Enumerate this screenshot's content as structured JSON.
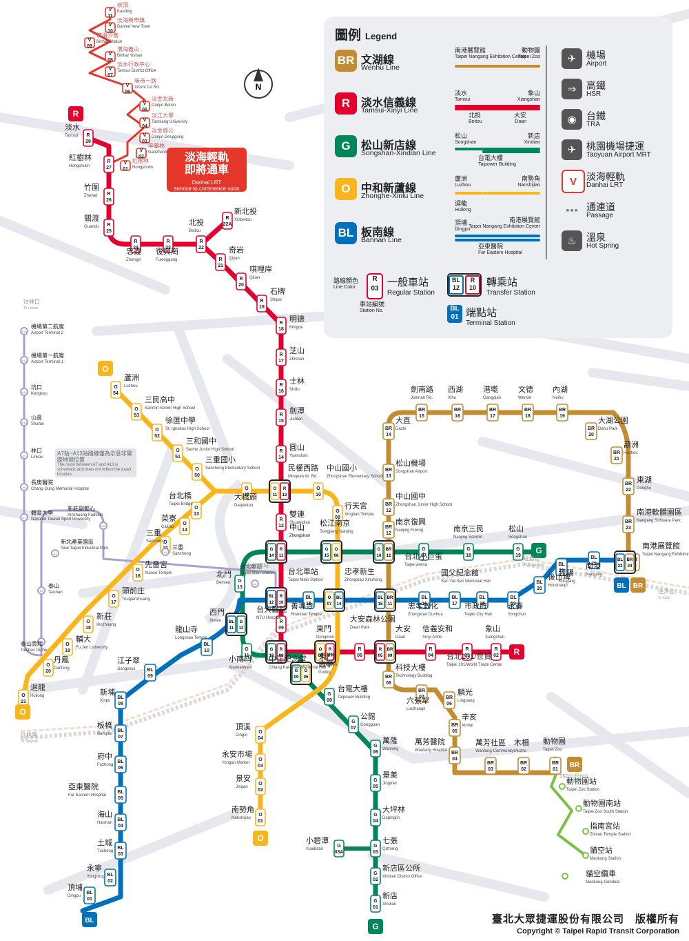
{
  "legend": {
    "title": "圖例",
    "title_en": "Legend",
    "lines": [
      {
        "code": "BR",
        "zh": "文湖線",
        "en": "Wenhu Line",
        "color": "#c48c31",
        "sample": {
          "a_zh": "南港展覽館",
          "a_en": "Taipei Nangang Exhibition Center",
          "b_zh": "動物園",
          "b_en": "Taipei Zoo"
        }
      },
      {
        "code": "R",
        "zh": "淡水信義線",
        "en": "Tamsui-Xinyi Line",
        "color": "#e3002c",
        "sample": {
          "a_zh": "淡水",
          "a_en": "Tamsui",
          "b_zh": "象山",
          "b_en": "Xiangshan",
          "c_zh": "北投",
          "c_en": "Beitou",
          "d_zh": "大安",
          "d_en": "Daan"
        }
      },
      {
        "code": "G",
        "zh": "松山新店線",
        "en": "Songshan-Xindian Line",
        "color": "#008659",
        "sample": {
          "a_zh": "松山",
          "a_en": "Songshan",
          "b_zh": "新店",
          "b_en": "Xindian",
          "c_zh": "台電大樓",
          "c_en": "Taipower Building"
        }
      },
      {
        "code": "O",
        "zh": "中和新蘆線",
        "en": "Zhonghe-Xinlu Line",
        "color": "#f8b61c",
        "sample": {
          "a_zh": "蘆洲",
          "a_en": "Luzhou",
          "b_zh": "南勢角",
          "b_en": "Nanshijiao",
          "c_zh": "迴龍",
          "c_en": "Huilong"
        }
      },
      {
        "code": "BL",
        "zh": "板南線",
        "en": "Bannan Line",
        "color": "#0070bd",
        "sample": {
          "a_zh": "頂埔",
          "a_en": "Dingpu",
          "b_zh": "南港展覽館",
          "b_en": "Taipei Nangang Exhibition Center",
          "c_zh": "亞東醫院",
          "c_en": "Far Eastern Hospital"
        }
      }
    ],
    "station_types": {
      "line_color_zh": "路線顏色",
      "line_color_en": "Line Color",
      "station_no_zh": "車站編號",
      "station_no_en": "Station No.",
      "regular_zh": "一般車站",
      "regular_en": "Regular Station",
      "transfer_zh": "轉乘站",
      "transfer_en": "Transfer Station",
      "terminal_zh": "端點站",
      "terminal_en": "Terminal Station",
      "regular_code": "R",
      "regular_num": "03",
      "transfer_a": "BL",
      "transfer_a_num": "12",
      "transfer_b": "R",
      "transfer_b_num": "10",
      "terminal_code": "BL",
      "terminal_num": "01"
    },
    "symbols": [
      {
        "icon": "airplane-icon",
        "glyph": "✈",
        "zh": "機場",
        "en": "Airport"
      },
      {
        "icon": "hsr-icon",
        "glyph": "⇒",
        "zh": "高鐵",
        "en": "HSR"
      },
      {
        "icon": "tra-icon",
        "glyph": "◉",
        "zh": "台鐵",
        "en": "TRA"
      },
      {
        "icon": "airport-mrt-icon",
        "glyph": "✈",
        "zh": "桃園機場捷運",
        "en": "Taoyuan Airport MRT"
      },
      {
        "icon": "danhai-lrt-icon",
        "glyph": "V",
        "zh": "淡海輕軌",
        "en": "Danhai LRT"
      },
      {
        "icon": "passage-icon",
        "glyph": "■ ■ ■",
        "zh": "通連道",
        "en": "Passage"
      },
      {
        "icon": "hot-spring-icon",
        "glyph": "♨",
        "zh": "溫泉",
        "en": "Hot Spring"
      }
    ]
  },
  "colors": {
    "BR": "#c48c31",
    "R": "#e3002c",
    "G": "#008659",
    "O": "#f8b61c",
    "BL": "#0070bd",
    "Y": "#c4d600",
    "V": "#e5362a",
    "Z": "#79c143",
    "A": "#a99fd0"
  },
  "notice": {
    "zh_1": "淡海輕軌",
    "zh_2": "即將通車",
    "en_1": "Danhai LRT",
    "en_2": "service to commence soon"
  },
  "airport_note": {
    "zh": "A7站~A13站路線僅為示意非實際地理位置",
    "en": "The route between A7 and A13 is schematic and does not reflect the exact location."
  },
  "compass": "N",
  "footer": {
    "zh": "臺北大眾捷運股份有限公司　版權所有",
    "en": "Copyright © Taipei Rapid Transit Corporation"
  },
  "branch_labels": [
    {
      "zh": "往松山",
      "en": "To Songshan"
    },
    {
      "zh": "往汐止",
      "en": "To Xizhi"
    },
    {
      "zh": "往桃園",
      "en": "To Taoyuan"
    },
    {
      "zh": "往林口",
      "en": "To Linkou"
    },
    {
      "zh": "350公尺(m)"
    },
    {
      "zh": "台北車站",
      "en": "Taipei Main Station"
    }
  ],
  "stations": [
    {
      "code": "R28",
      "zh": "淡水",
      "en": "Tamsui"
    },
    {
      "code": "R27",
      "zh": "紅樹林",
      "en": "Hongshulin"
    },
    {
      "code": "R26",
      "zh": "竹圍",
      "en": "Zhuwei"
    },
    {
      "code": "R25",
      "zh": "關渡",
      "en": "Guandu"
    },
    {
      "code": "R24",
      "zh": "忠義",
      "en": "Zhongyi"
    },
    {
      "code": "R23",
      "zh": "復興崗",
      "en": "Fuxinggang"
    },
    {
      "code": "R22",
      "zh": "北投",
      "en": "Beitou"
    },
    {
      "code": "R22A",
      "zh": "新北投",
      "en": "Xinbeitou"
    },
    {
      "code": "R21",
      "zh": "奇岩",
      "en": "Qiyan"
    },
    {
      "code": "R20",
      "zh": "唭哩岸",
      "en": "Qilian"
    },
    {
      "code": "R19",
      "zh": "石牌",
      "en": "Shipai"
    },
    {
      "code": "R18",
      "zh": "明德",
      "en": "Mingde"
    },
    {
      "code": "R17",
      "zh": "芝山",
      "en": "Zhishan"
    },
    {
      "code": "R16",
      "zh": "士林",
      "en": "Shilin"
    },
    {
      "code": "R15",
      "zh": "劍潭",
      "en": "Jiantan"
    },
    {
      "code": "R14",
      "zh": "圓山",
      "en": "Yuanshan"
    },
    {
      "code": "R13",
      "zh": "民權西路",
      "en": "Minquan W. Rd."
    },
    {
      "code": "R12",
      "zh": "雙連",
      "en": "Shuanglian"
    },
    {
      "code": "R11",
      "zh": "中山",
      "en": "Zhongshan"
    },
    {
      "code": "R10",
      "zh": "台北車站",
      "en": "Taipei Main Station"
    },
    {
      "code": "R09",
      "zh": "台大醫院",
      "en": "NTU Hospital"
    },
    {
      "code": "R08",
      "zh": "中正紀念堂",
      "en": "Chiang Kai-Shek Memorial Hall"
    },
    {
      "code": "R07",
      "zh": "東門",
      "en": "Dongmen"
    },
    {
      "code": "R06",
      "zh": "大安森林公園",
      "en": "Daan Park"
    },
    {
      "code": "R05",
      "zh": "大安",
      "en": "Daan"
    },
    {
      "code": "R04",
      "zh": "信義安和",
      "en": "Xinyi Anhe"
    },
    {
      "code": "R03",
      "zh": "台北101/世貿",
      "en": "Taipei 101/World Trade Center"
    },
    {
      "code": "R02",
      "zh": "象山",
      "en": "Xiangshan"
    },
    {
      "code": "BR01",
      "zh": "動物園",
      "en": "Taipei Zoo"
    },
    {
      "code": "BR02",
      "zh": "木柵",
      "en": "Muzha"
    },
    {
      "code": "BR03",
      "zh": "萬芳社區",
      "en": "Wanfang Community"
    },
    {
      "code": "BR04",
      "zh": "萬芳醫院",
      "en": "Wanfang Hospital"
    },
    {
      "code": "BR05",
      "zh": "辛亥",
      "en": "Xinhai"
    },
    {
      "code": "BR06",
      "zh": "麟光",
      "en": "Linguang"
    },
    {
      "code": "BR07",
      "zh": "六張犁",
      "en": "Liuzhangli"
    },
    {
      "code": "BR08",
      "zh": "科技大樓",
      "en": "Technology Building"
    },
    {
      "code": "BR11",
      "zh": "忠孝復興",
      "en": "Zhongxiao Fuxing"
    },
    {
      "code": "BR12",
      "zh": "南京復興",
      "en": "Nanjing Fuxing"
    },
    {
      "code": "BR12b",
      "zh": "中山國中",
      "en": "Zhongshan Junior High School"
    },
    {
      "code": "BR13",
      "zh": "松山機場",
      "en": "Songshan Airport"
    },
    {
      "code": "BR14",
      "zh": "大直",
      "en": "Dazhi"
    },
    {
      "code": "BR15",
      "zh": "劍南路",
      "en": "Jiannan Rd."
    },
    {
      "code": "BR16",
      "zh": "西湖",
      "en": "Xihu"
    },
    {
      "code": "BR17",
      "zh": "港墘",
      "en": "Gangqian"
    },
    {
      "code": "BR18",
      "zh": "文德",
      "en": "Wende"
    },
    {
      "code": "BR19",
      "zh": "內湖",
      "en": "Neihu"
    },
    {
      "code": "BR20",
      "zh": "大湖公園",
      "en": "Dahu Park"
    },
    {
      "code": "BR21",
      "zh": "葫洲",
      "en": "Huzhou"
    },
    {
      "code": "BR22",
      "zh": "東湖",
      "en": "Donghu"
    },
    {
      "code": "BR23",
      "zh": "南港軟體園區",
      "en": "Nangang Software Park"
    },
    {
      "code": "BR24",
      "zh": "南港展覽館",
      "en": "Taipei Nangang Exhibition Center"
    },
    {
      "code": "G19",
      "zh": "松山",
      "en": "Songshan"
    },
    {
      "code": "G18",
      "zh": "南京三民",
      "en": "Nanjing Sanmin"
    },
    {
      "code": "G17",
      "zh": "台北小巨蛋",
      "en": "Taipei Arena"
    },
    {
      "code": "G16",
      "zh": "南京復興",
      "en": "Nanjing Fuxing"
    },
    {
      "code": "G15",
      "zh": "松江南京",
      "en": "Songjiang Nanjing"
    },
    {
      "code": "G14",
      "zh": "中山",
      "en": "Zhongshan"
    },
    {
      "code": "G13",
      "zh": "北門",
      "en": "Beimen"
    },
    {
      "code": "G12",
      "zh": "西門",
      "en": "Ximen"
    },
    {
      "code": "G11",
      "zh": "小南門",
      "en": "Xiaonanmen"
    },
    {
      "code": "G10",
      "zh": "中正紀念堂",
      "en": "Chiang Kai-Shek Memorial Hall"
    },
    {
      "code": "G09",
      "zh": "古亭",
      "en": "Guting"
    },
    {
      "code": "G08",
      "zh": "台電大樓",
      "en": "Taipower Building"
    },
    {
      "code": "G07",
      "zh": "公館",
      "en": "Gongguan"
    },
    {
      "code": "G06",
      "zh": "萬隆",
      "en": "Wanlong"
    },
    {
      "code": "G05",
      "zh": "景美",
      "en": "Jingmei"
    },
    {
      "code": "G04",
      "zh": "大坪林",
      "en": "Dapinglin"
    },
    {
      "code": "G03",
      "zh": "七張",
      "en": "Qizhang"
    },
    {
      "code": "G03A",
      "zh": "小碧潭",
      "en": "Xiaobitan"
    },
    {
      "code": "G02",
      "zh": "新店區公所",
      "en": "Xindian District Office"
    },
    {
      "code": "G01",
      "zh": "新店",
      "en": "Xindian"
    },
    {
      "code": "O54",
      "zh": "蘆洲",
      "en": "Luzhou"
    },
    {
      "code": "O53",
      "zh": "三民高中",
      "en": "Sanmin Senior High School"
    },
    {
      "code": "O52",
      "zh": "徐匯中學",
      "en": "St. Ignatius High School"
    },
    {
      "code": "O51",
      "zh": "三和國中",
      "en": "Sanhe Junior High School"
    },
    {
      "code": "O50",
      "zh": "三重國小",
      "en": "Sanchong Elementary School"
    },
    {
      "code": "O12",
      "zh": "大橋頭",
      "en": "Daqiaotou"
    },
    {
      "code": "O10",
      "zh": "中山國小",
      "en": "Zhongshan Elementary School"
    },
    {
      "code": "O09",
      "zh": "行天宮",
      "en": "Xingtian Temple"
    },
    {
      "code": "O08",
      "zh": "松江南京",
      "en": "Songjiang Nanjing"
    },
    {
      "code": "O07",
      "zh": "忠孝新生",
      "en": "Zhongxiao Xinsheng"
    },
    {
      "code": "O06",
      "zh": "東門",
      "en": "Dongmen"
    },
    {
      "code": "O04",
      "zh": "頂溪",
      "en": "Dingxi"
    },
    {
      "code": "O03",
      "zh": "永安市場",
      "en": "Yongan Market"
    },
    {
      "code": "O02",
      "zh": "景安",
      "en": "Jingan"
    },
    {
      "code": "O01",
      "zh": "南勢角",
      "en": "Nanshijiao"
    },
    {
      "code": "O13",
      "zh": "台北橋",
      "en": "Taipei Bridge"
    },
    {
      "code": "O14",
      "zh": "菜寮",
      "en": "Cailiao"
    },
    {
      "code": "O15",
      "zh": "三重",
      "en": "Sanchong"
    },
    {
      "code": "O16",
      "zh": "先嗇宮",
      "en": "Xianse Temple"
    },
    {
      "code": "O17",
      "zh": "頭前庄",
      "en": "Touqianzhuang"
    },
    {
      "code": "O18",
      "zh": "新莊",
      "en": "Xinzhuang"
    },
    {
      "code": "O19",
      "zh": "輔大",
      "en": "Fu Jen University"
    },
    {
      "code": "O20",
      "zh": "丹鳳",
      "en": "Danfeng"
    },
    {
      "code": "O21",
      "zh": "迴龍",
      "en": "Huilong"
    },
    {
      "code": "BL01",
      "zh": "頂埔",
      "en": "Dingpu"
    },
    {
      "code": "BL02",
      "zh": "永寧",
      "en": "Yongning"
    },
    {
      "code": "BL03",
      "zh": "土城",
      "en": "Tucheng"
    },
    {
      "code": "BL04",
      "zh": "海山",
      "en": "Haishan"
    },
    {
      "code": "BL05",
      "zh": "亞東醫院",
      "en": "Far Eastern Hospital"
    },
    {
      "code": "BL06",
      "zh": "府中",
      "en": "Fuzhong"
    },
    {
      "code": "BL07",
      "zh": "板橋",
      "en": "Banqiao"
    },
    {
      "code": "BL08",
      "zh": "新埔",
      "en": "Xinpu"
    },
    {
      "code": "BL09",
      "zh": "江子翠",
      "en": "Jiangzicui"
    },
    {
      "code": "BL10",
      "zh": "龍山寺",
      "en": "Longshan Temple"
    },
    {
      "code": "BL13",
      "zh": "善導寺",
      "en": "Shandao Temple"
    },
    {
      "code": "BL16",
      "zh": "忠孝敦化",
      "en": "Zhongxiao Dunhua"
    },
    {
      "code": "BL17",
      "zh": "國父紀念館",
      "en": "Sun Yat-Sen Memorial Hall"
    },
    {
      "code": "BL18",
      "zh": "市政府",
      "en": "Taipei City Hall"
    },
    {
      "code": "BL19",
      "zh": "永春",
      "en": "Yongchun"
    },
    {
      "code": "BL20",
      "zh": "後山埤",
      "en": "Houshanpi"
    },
    {
      "code": "BL21",
      "zh": "昆陽",
      "en": "Kunyang"
    },
    {
      "code": "BL22",
      "zh": "南港",
      "en": "Nangang"
    },
    {
      "code": "V01",
      "zh": "紅樹林",
      "en": "Hongshulin"
    },
    {
      "code": "V02",
      "zh": "竿蓁林",
      "en": "Ganzhenlin"
    },
    {
      "code": "V03",
      "zh": "淡金鄧公",
      "en": "Danjin Denggong"
    },
    {
      "code": "V04",
      "zh": "淡江大學",
      "en": "Tamkang University"
    },
    {
      "code": "V05",
      "zh": "淡金北新",
      "en": "Danjin Beixin"
    },
    {
      "code": "V06",
      "zh": "新市一路",
      "en": "Xinshi 1st Rd."
    },
    {
      "code": "V07",
      "zh": "淡水行政中心",
      "en": "Tamsui District Office"
    },
    {
      "code": "V08",
      "zh": "濱海義山",
      "en": "Binhai Yishan"
    },
    {
      "code": "V09",
      "zh": "濱海沙崙",
      "en": "Binhai Shalun"
    },
    {
      "code": "V10",
      "zh": "淡海新市鎮",
      "en": "Danhai New Town"
    },
    {
      "code": "V11",
      "zh": "崁頂",
      "en": "Kanding"
    },
    {
      "code": "Z1",
      "zh": "動物園站",
      "en": "Taipei Zoo Station"
    },
    {
      "code": "Z2",
      "zh": "動物園南站",
      "en": "Taipei Zoo South Station"
    },
    {
      "code": "Z3",
      "zh": "指南宮站",
      "en": "Zhinan Temple Station"
    },
    {
      "code": "Z4",
      "zh": "貓空站",
      "en": "Maokong Station"
    },
    {
      "code": "Z5",
      "zh": "貓空纜車",
      "en": "Maokong Gondola"
    },
    {
      "code": "A13",
      "zh": "機場第二航廈",
      "en": "Airport Terminal 2"
    },
    {
      "code": "A12",
      "zh": "機場第一航廈",
      "en": "Airport Terminal 1"
    },
    {
      "code": "A11",
      "zh": "坑口",
      "en": "Kengkou"
    },
    {
      "code": "A10",
      "zh": "山鼻",
      "en": "Shanbi"
    },
    {
      "code": "A9",
      "zh": "林口",
      "en": "Linkou"
    },
    {
      "code": "A8",
      "zh": "長庚醫院",
      "en": "Chang Gung Memorial Hospital"
    },
    {
      "code": "A7",
      "zh": "體育大學",
      "en": "National Taiwan Sport University"
    },
    {
      "code": "A6",
      "zh": "泰山貴和",
      "en": "Taishan Guihe"
    },
    {
      "code": "A5",
      "zh": "泰山",
      "en": "Taishan"
    },
    {
      "code": "A4",
      "zh": "新北產業園區",
      "en": "New Taipei Industrial Park"
    },
    {
      "code": "A3",
      "zh": "新莊副都心",
      "en": "Xinzhuang Fuduxin"
    },
    {
      "code": "A2",
      "zh": "三重",
      "en": "Sanchong"
    },
    {
      "code": "A1",
      "zh": "台北車站",
      "en": "Taipei Main Station"
    }
  ],
  "route_labels": [
    "R",
    "BR",
    "G",
    "O",
    "BL",
    "BL",
    "BR",
    "G",
    "O",
    "BR",
    "R"
  ]
}
